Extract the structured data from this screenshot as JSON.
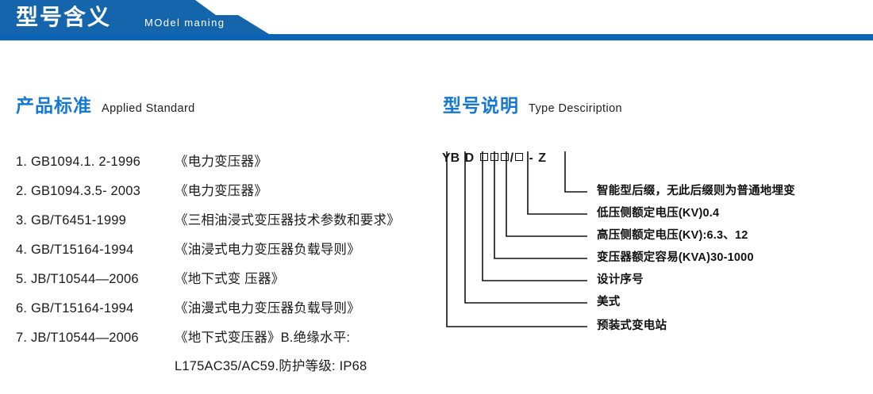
{
  "header": {
    "title_cn": "型号含义",
    "title_en": "MOdel maning",
    "banner_color": "#1565AC",
    "rule_color": "#0B64B5"
  },
  "sections": {
    "standards": {
      "heading_cn": "产品标准",
      "heading_en": "Applied Standard",
      "heading_color": "#1479D2",
      "items": [
        {
          "code": "1. GB1094.1. 2-1996",
          "name": "《电力变压器》"
        },
        {
          "code": "2. GB1094.3.5- 2003",
          "name": "《电力变压器》"
        },
        {
          "code": "3. GB/T6451-1999",
          "name": "《三相油浸式变压器技术参数和要求》"
        },
        {
          "code": "4. GB/T15164-1994",
          "name": "《油浸式电力变压器负载导则》"
        },
        {
          "code": "5. JB/T10544—2006",
          "name": "《地下式变 压器》"
        },
        {
          "code": "6. GB/T15164-1994",
          "name": "《油漫式电力变压器负载导则》"
        },
        {
          "code": "7. JB/T10544—2006",
          "name": "《地下式变压器》B.绝缘水平:"
        }
      ],
      "continuation": "L175AC35/AC59.防护等级: IP68"
    },
    "type_description": {
      "heading_cn": "型号说明",
      "heading_en": "Type Desciription",
      "heading_color": "#1479D2",
      "code_segments": [
        {
          "kind": "text",
          "text": "YB"
        },
        {
          "kind": "space"
        },
        {
          "kind": "text",
          "text": "D"
        },
        {
          "kind": "space"
        },
        {
          "kind": "box"
        },
        {
          "kind": "box"
        },
        {
          "kind": "box"
        },
        {
          "kind": "text",
          "text": "/"
        },
        {
          "kind": "box"
        },
        {
          "kind": "space"
        },
        {
          "kind": "text",
          "text": "-"
        },
        {
          "kind": "space"
        },
        {
          "kind": "text",
          "text": "Z"
        }
      ],
      "code_plain": "YB D □□□/□ - Z",
      "leaders": [
        {
          "label": "智能型后缀，无此后缀则为普通地埋变"
        },
        {
          "label": "低压侧额定电压(KV)0.4"
        },
        {
          "label": "高压侧额定电压(KV):6.3、12"
        },
        {
          "label": "变压器额定容易(KVA)30-1000"
        },
        {
          "label": "设计序号"
        },
        {
          "label": "美式"
        },
        {
          "label": "预装式变电站"
        }
      ]
    }
  }
}
